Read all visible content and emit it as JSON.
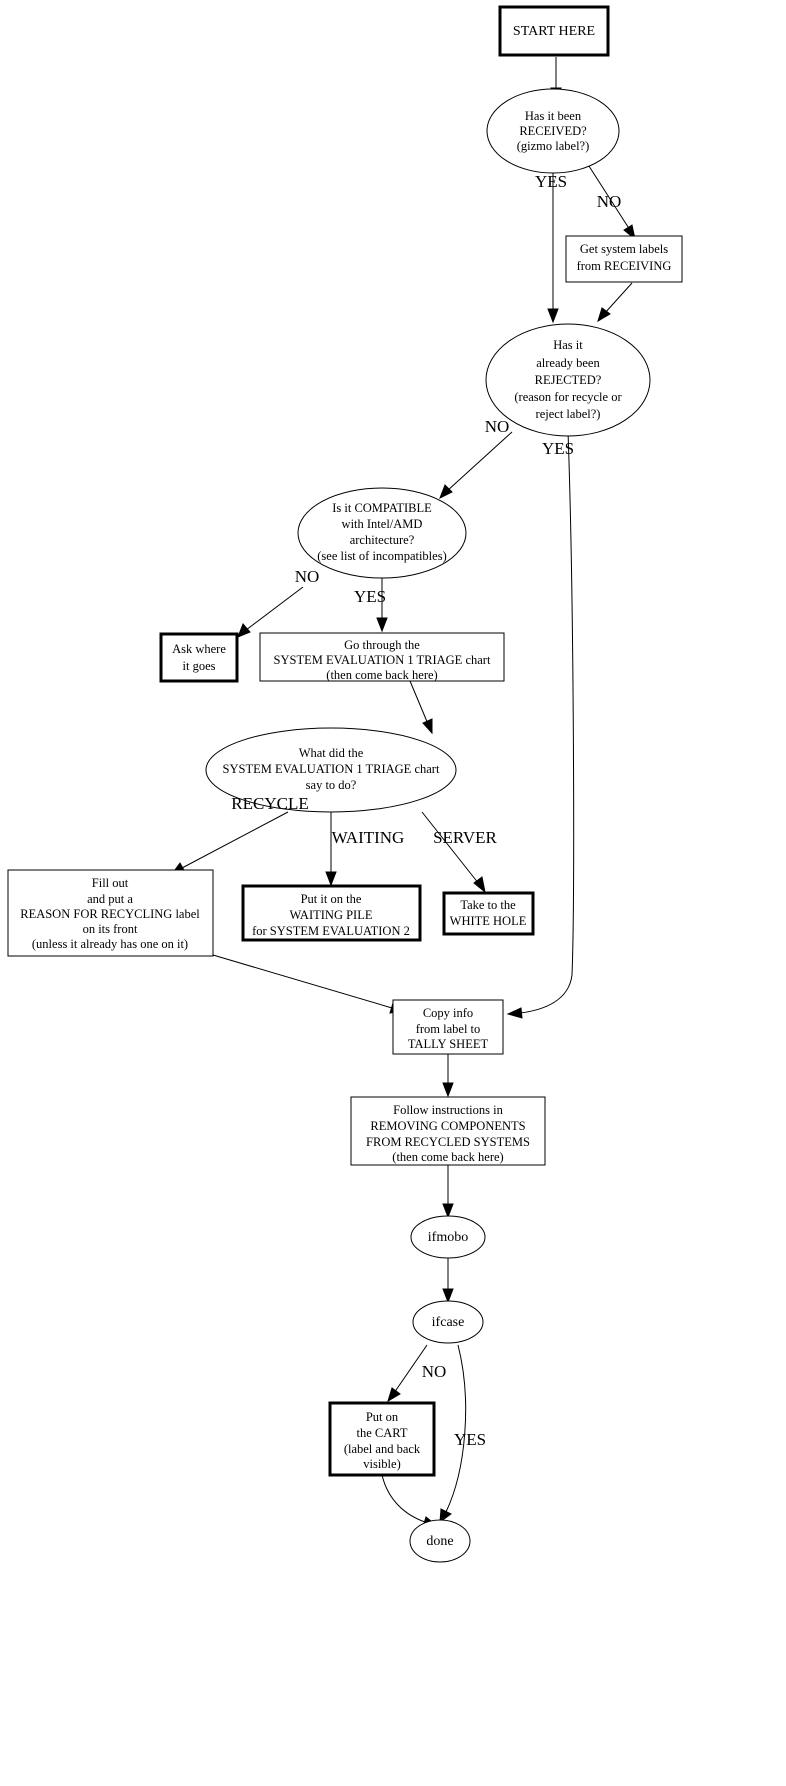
{
  "diagram": {
    "title": "System Triage / Recycling Decision Flowchart",
    "background_color": "#ffffff",
    "line_color": "#000000",
    "nodes": {
      "start": {
        "id": "start",
        "shape": "box-bold",
        "lines": [
          "START HERE"
        ]
      },
      "received": {
        "id": "received",
        "shape": "ellipse",
        "lines": [
          "Has it been",
          "RECEIVED?",
          "(gizmo label?)"
        ]
      },
      "get_labels": {
        "id": "get_labels",
        "shape": "box",
        "lines": [
          "Get system labels",
          "from RECEIVING"
        ]
      },
      "rejected": {
        "id": "rejected",
        "shape": "ellipse",
        "lines": [
          "Has it",
          "already been",
          "REJECTED?",
          "(reason for recycle or",
          "reject label?)"
        ]
      },
      "compatible": {
        "id": "compatible",
        "shape": "ellipse",
        "lines": [
          "Is it COMPATIBLE",
          "with Intel/AMD",
          "architecture?",
          "(see list of incompatibles)"
        ]
      },
      "ask_where": {
        "id": "ask_where",
        "shape": "box-bold",
        "lines": [
          "Ask where",
          "it goes"
        ]
      },
      "go_triage": {
        "id": "go_triage",
        "shape": "box",
        "lines": [
          "Go through the",
          "SYSTEM EVALUATION 1 TRIAGE chart",
          "(then come back here)"
        ]
      },
      "what_triage": {
        "id": "what_triage",
        "shape": "ellipse",
        "lines": [
          "What did the",
          "SYSTEM EVALUATION 1 TRIAGE chart",
          "say to do?"
        ]
      },
      "fill_out": {
        "id": "fill_out",
        "shape": "box",
        "lines": [
          "Fill out",
          "and put a",
          "REASON FOR RECYCLING label",
          "on its front",
          "(unless it already has one on it)"
        ]
      },
      "waiting_pile": {
        "id": "waiting_pile",
        "shape": "box-bold",
        "lines": [
          "Put it on the",
          "WAITING PILE",
          "for SYSTEM EVALUATION 2"
        ]
      },
      "white_hole": {
        "id": "white_hole",
        "shape": "box-bold",
        "lines": [
          "Take to the",
          "WHITE HOLE"
        ]
      },
      "tally": {
        "id": "tally",
        "shape": "box",
        "lines": [
          "Copy info",
          "from label to",
          "TALLY SHEET"
        ]
      },
      "removing": {
        "id": "removing",
        "shape": "box",
        "lines": [
          "Follow instructions in",
          "REMOVING COMPONENTS",
          "FROM RECYCLED SYSTEMS",
          "(then come back here)"
        ]
      },
      "ifmobo": {
        "id": "ifmobo",
        "shape": "ellipse",
        "lines": [
          "ifmobo"
        ]
      },
      "ifcase": {
        "id": "ifcase",
        "shape": "ellipse",
        "lines": [
          "ifcase"
        ]
      },
      "cart": {
        "id": "cart",
        "shape": "box-bold",
        "lines": [
          "Put on",
          "the CART",
          "(label and back",
          "visible)"
        ]
      },
      "done": {
        "id": "done",
        "shape": "ellipse",
        "lines": [
          "done"
        ]
      }
    },
    "edge_labels": {
      "received_yes": "YES",
      "received_no": "NO",
      "rejected_no": "NO",
      "rejected_yes": "YES",
      "compatible_no": "NO",
      "compatible_yes": "YES",
      "triage_recycle": "RECYCLE",
      "triage_waiting": "WAITING",
      "triage_server": "SERVER",
      "ifcase_no": "NO",
      "ifcase_yes": "YES"
    }
  }
}
